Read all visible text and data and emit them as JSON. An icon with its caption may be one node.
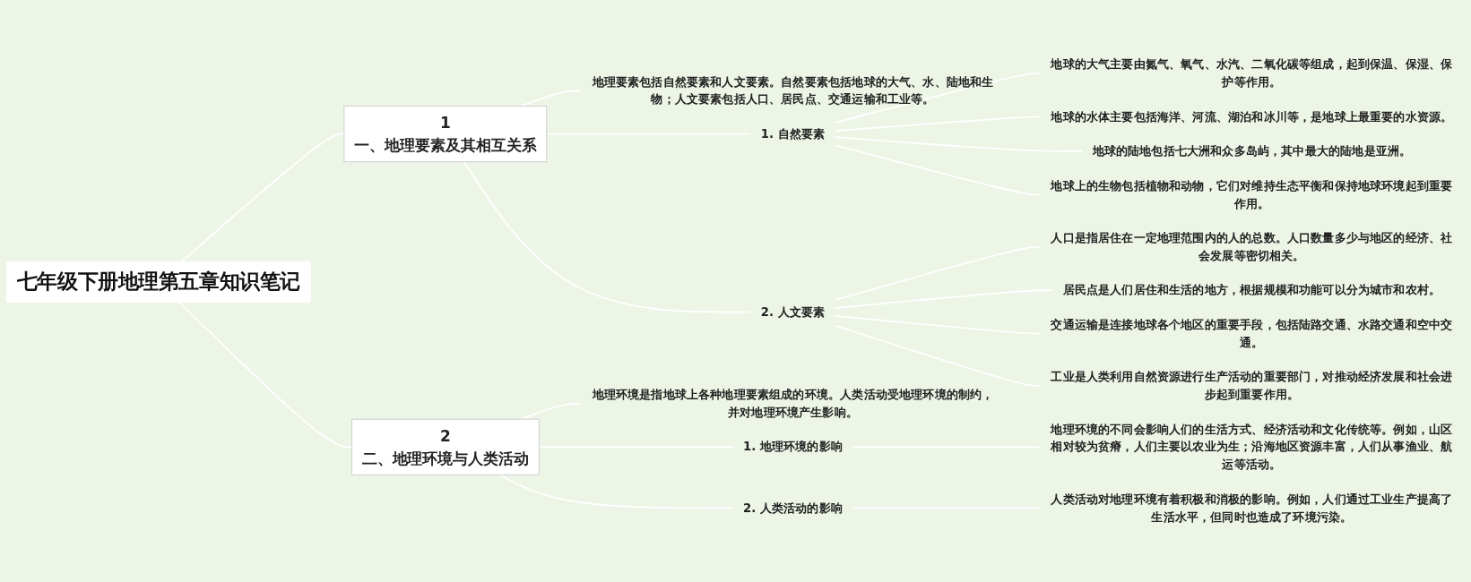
{
  "diagram": {
    "nodes": [
      {
        "text": [
          "七年级下册地理第五章知识笔记"
        ]
      },
      {
        "text": [
          "1",
          "一、地理要素及其相互关系"
        ]
      },
      {
        "text": [
          "地理要素包括自然要素和人文要素。自然要素包括地球的大气、水、陆地和生物；人文要素包括人口、居民点、交通运输和工业等。"
        ]
      },
      {
        "text": [
          "1. 自然要素"
        ]
      },
      {
        "text": [
          "地球的大气主要由氮气、氧气、水汽、二氧化碳等组成，起到保温、保湿、保护等作用。"
        ]
      },
      {
        "text": [
          "地球的水体主要包括海洋、河流、湖泊和冰川等，是地球上最重要的水资源。"
        ]
      },
      {
        "text": [
          "地球的陆地包括七大洲和众多岛屿，其中最大的陆地是亚洲。"
        ]
      },
      {
        "text": [
          "地球上的生物包括植物和动物，它们对维持生态平衡和保持地球环境起到重要作用。"
        ]
      },
      {
        "text": [
          "2. 人文要素"
        ]
      },
      {
        "text": [
          "人口是指居住在一定地理范围内的人的总数。人口数量多少与地区的经济、社会发展等密切相关。"
        ]
      },
      {
        "text": [
          "居民点是人们居住和生活的地方，根据规模和功能可以分为城市和农村。"
        ]
      },
      {
        "text": [
          "交通运输是连接地球各个地区的重要手段，包括陆路交通、水路交通和空中交通。"
        ]
      },
      {
        "text": [
          "工业是人类利用自然资源进行生产活动的重要部门，对推动经济发展和社会进步起到重要作用。"
        ]
      },
      {
        "text": [
          "2",
          "二、地理环境与人类活动"
        ]
      },
      {
        "text": [
          "地理环境是指地球上各种地理要素组成的环境。人类活动受地理环境的制约，并对地理环境产生影响。"
        ]
      },
      {
        "text": [
          "1. 地理环境的影响"
        ]
      },
      {
        "text": [
          "地理环境的不同会影响人们的生活方式、经济活动和文化传统等。例如，山区相对较为贫瘠，人们主要以农业为生；沿海地区资源丰富，人们从事渔业、航运等活动。"
        ]
      },
      {
        "text": [
          "2. 人类活动的影响"
        ]
      },
      {
        "text": [
          "人类活动对地理环境有着积极和消极的影响。例如，人们通过工业生产提高了生活水平，但同时也造成了环境污染。"
        ]
      }
    ],
    "edges": [
      {
        "from": 0,
        "to": 1,
        "arrow": "none"
      },
      {
        "from": 1,
        "to": 2,
        "arrow": "none"
      },
      {
        "from": 1,
        "to": 3,
        "arrow": "none"
      },
      {
        "from": 3,
        "to": 4,
        "arrow": "none"
      },
      {
        "from": 3,
        "to": 5,
        "arrow": "none"
      },
      {
        "from": 3,
        "to": 6,
        "arrow": "none"
      },
      {
        "from": 3,
        "to": 7,
        "arrow": "none"
      },
      {
        "from": 1,
        "to": 8,
        "arrow": "none"
      },
      {
        "from": 8,
        "to": 9,
        "arrow": "none"
      },
      {
        "from": 8,
        "to": 10,
        "arrow": "none"
      },
      {
        "from": 8,
        "to": 11,
        "arrow": "none"
      },
      {
        "from": 8,
        "to": 12,
        "arrow": "none"
      },
      {
        "from": 0,
        "to": 13,
        "arrow": "none"
      },
      {
        "from": 13,
        "to": 14,
        "arrow": "none"
      },
      {
        "from": 13,
        "to": 15,
        "arrow": "none"
      },
      {
        "from": 15,
        "to": 16,
        "arrow": "none"
      },
      {
        "from": 13,
        "to": 17,
        "arrow": "none"
      },
      {
        "from": 17,
        "to": 18,
        "arrow": "none"
      }
    ]
  }
}
